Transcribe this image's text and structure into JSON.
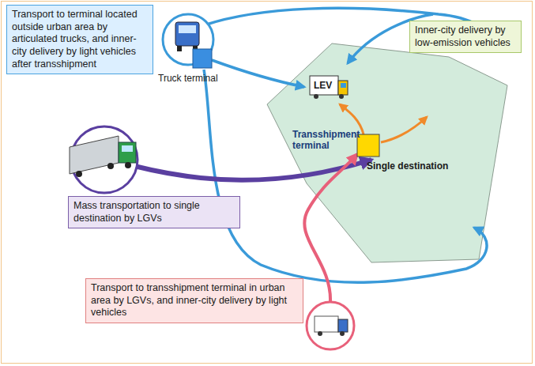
{
  "diagram": {
    "nodes": [
      {
        "text": [
          "Transport to terminal located outside urban area by articulated trucks, and inner-city delivery by light vehicles after transshipment"
        ]
      },
      {
        "text": [
          "Inner-city delivery by low-emission vehicles"
        ]
      },
      {
        "text": [
          "Mass transportation to single destination by LGVs"
        ]
      },
      {
        "text": [
          "Transport to transshipment terminal in urban area by LGVs, and inner-city delivery by light vehicles"
        ]
      }
    ],
    "labels": [
      "Truck terminal",
      "LEV",
      "Transshipment terminal",
      "Single destination"
    ]
  }
}
